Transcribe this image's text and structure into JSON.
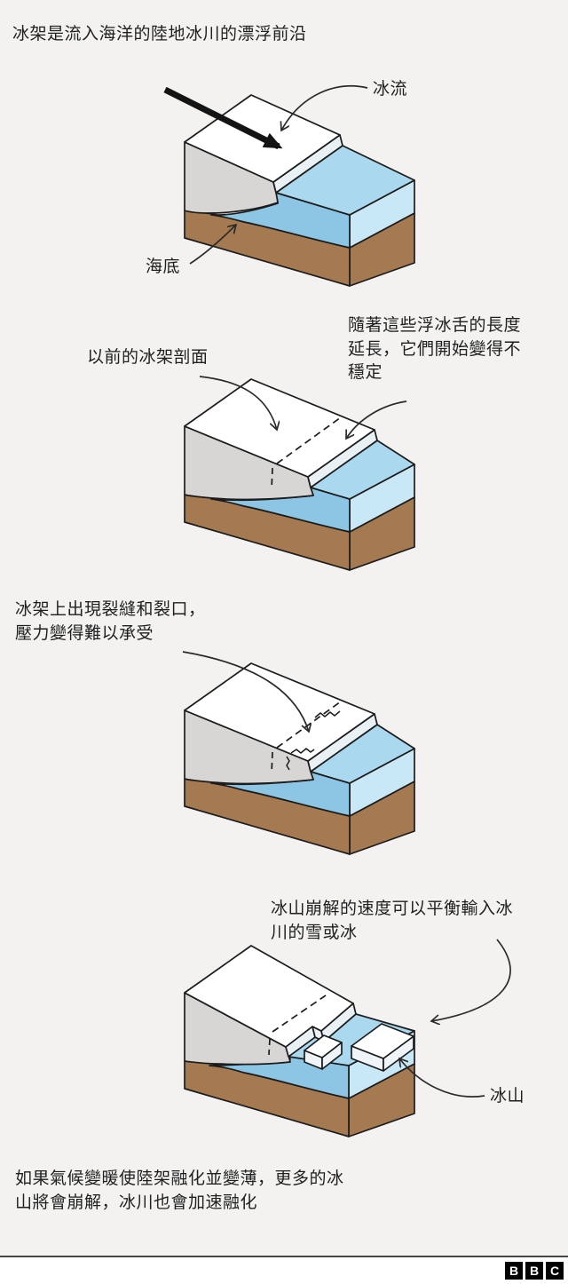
{
  "intro": "冰架是流入海洋的陸地冰川的漂浮前沿",
  "diagram1": {
    "label_ice_flow": "冰流",
    "label_seabed": "海底"
  },
  "diagram2": {
    "label_former_profile": "以前的冰架剖面",
    "caption_lines": [
      "隨著這些浮冰舌的長度",
      "延長，它們開始變得不",
      "穩定"
    ]
  },
  "diagram3": {
    "caption_lines": [
      "冰架上出現裂縫和裂口，",
      "壓力變得難以承受"
    ]
  },
  "diagram4": {
    "caption_lines": [
      "冰山崩解的速度可以平衡輸入冰",
      "川的雪或冰"
    ],
    "label_iceberg": "冰山"
  },
  "outro_lines": [
    "如果氣候變暖使陸架融化並變薄，更多的冰",
    "山將會崩解，冰川也會加速融化"
  ],
  "footer": {
    "logo_letters": [
      "B",
      "B",
      "C"
    ]
  },
  "colors": {
    "background": "#f3f2f0",
    "ice_white": "#ffffff",
    "ice_grey": "#d7d6d4",
    "cliff_face": "#e9f1f5",
    "water_top": "#aad8ef",
    "water_front": "#8dc6e5",
    "water_side": "#c9e8f7",
    "seabed": "#a57a50",
    "outline": "#1c1c1c",
    "text": "#1f1f1f"
  }
}
